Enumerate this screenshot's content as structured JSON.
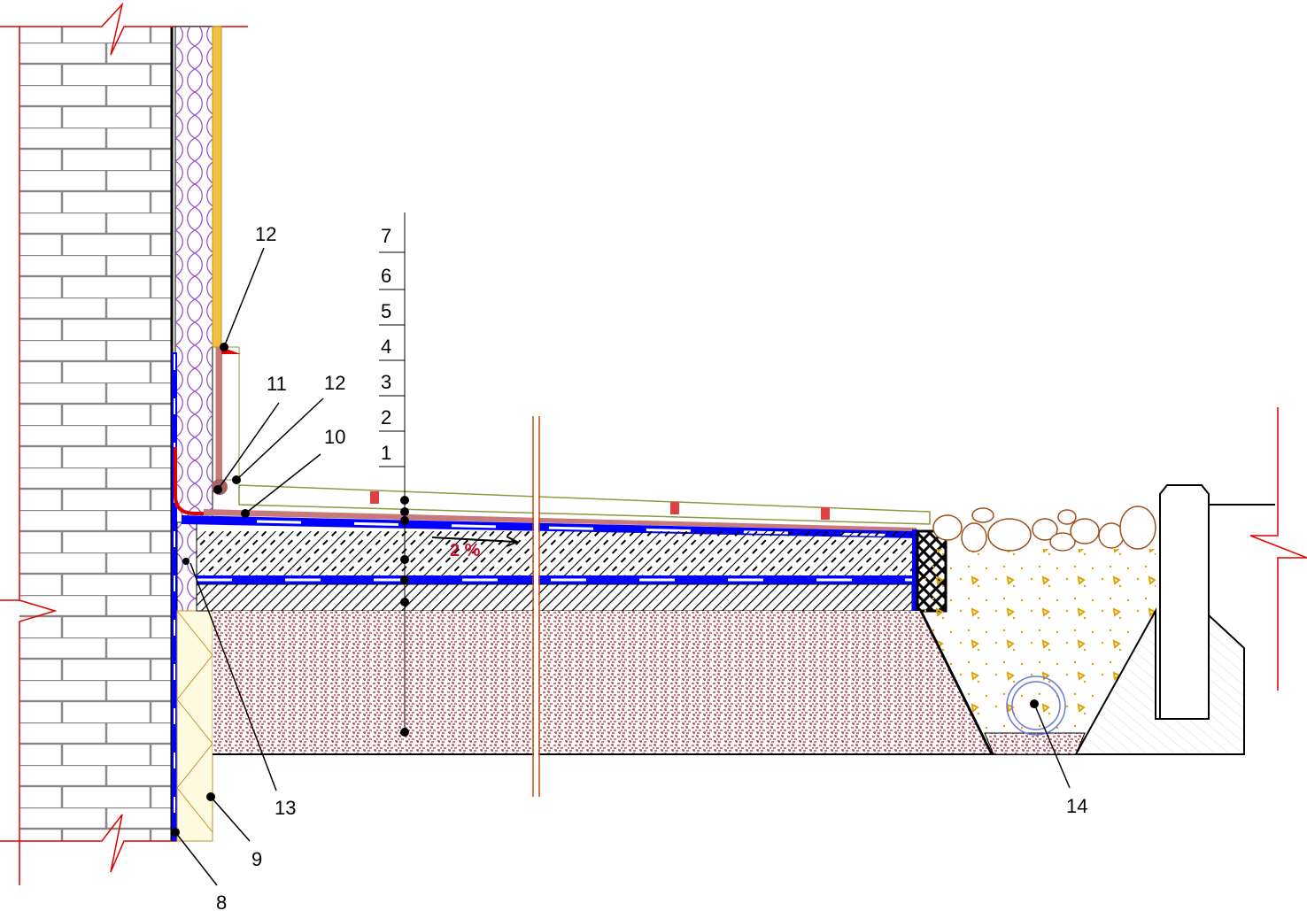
{
  "title": "Floor-on-ground to wall junction detail with perimeter drainage",
  "layer_scale": [
    "1",
    "2",
    "3",
    "4",
    "5",
    "6",
    "7"
  ],
  "callouts": {
    "c8": "8",
    "c9": "9",
    "c10": "10",
    "c11": "11",
    "c12a": "12",
    "c12b": "12",
    "c13": "13",
    "c14": "14"
  },
  "slope_label": "2 %",
  "colors": {
    "membrane": "#0000ff",
    "insulation": "#9955cc",
    "soil": "#b84a55",
    "sand": "#e0a000",
    "break_line": "#e00000",
    "cut_line": "#c84a10"
  }
}
